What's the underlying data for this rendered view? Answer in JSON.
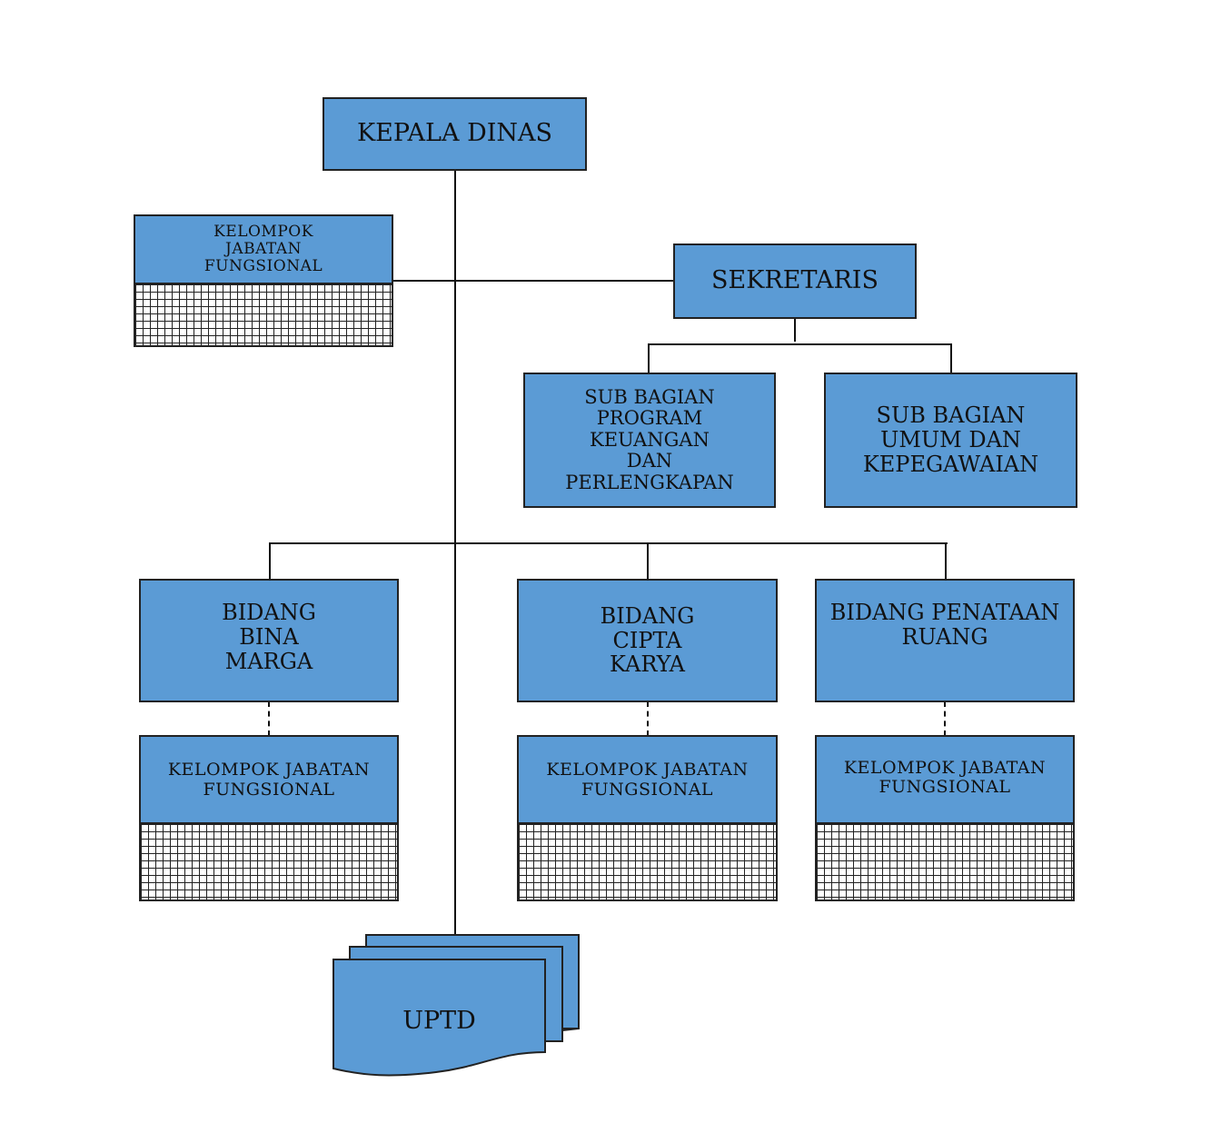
{
  "nodes": {
    "kepala_dinas": "KEPALA DINAS",
    "kelompok_top": "KELOMPOK  JABATAN FUNGSIONAL",
    "sekretaris": "SEKRETARIS",
    "sub_bagian_program": "SUB BAGIAN PROGRAM KEUANGAN DAN PERLENGKAPAN",
    "sub_bagian_umum": "SUB BAGIAN UMUM DAN KEPEGAWAIAN",
    "bidang_bina_marga": "BIDANG BINA MARGA",
    "bidang_cipta_karya": "BIDANG CIPTA KARYA",
    "bidang_penataan_ruang": "BIDANG PENATAAN RUANG",
    "kelompok_bina_marga": "KELOMPOK JABATAN FUNGSIONAL",
    "kelompok_cipta_karya": "KELOMPOK JABATAN FUNGSIONAL",
    "kelompok_penataan_ruang": "KELOMPOK JABATAN FUNGSIONAL",
    "uptd": "UPTD"
  },
  "colors": {
    "box_fill": "#5b9bd5",
    "border": "#222222",
    "line": "#111111"
  }
}
